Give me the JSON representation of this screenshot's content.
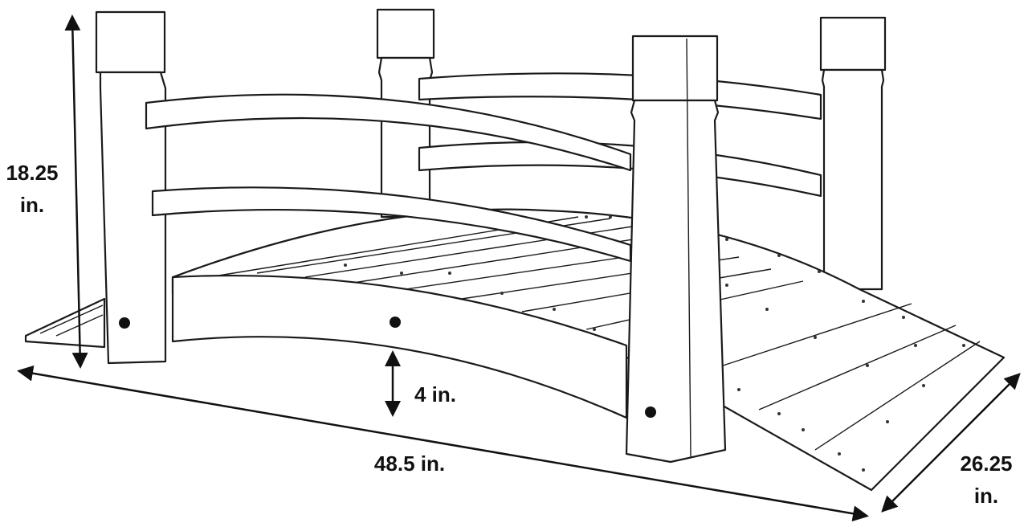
{
  "dimensions": {
    "height": {
      "line1": "18.25",
      "line2": "in."
    },
    "clearance": "4 in.",
    "length": "48.5 in.",
    "width": {
      "line1": "26.25",
      "line2": "in."
    }
  },
  "colors": {
    "line": "#1a1a1a",
    "background": "#ffffff",
    "text": "#111111"
  }
}
